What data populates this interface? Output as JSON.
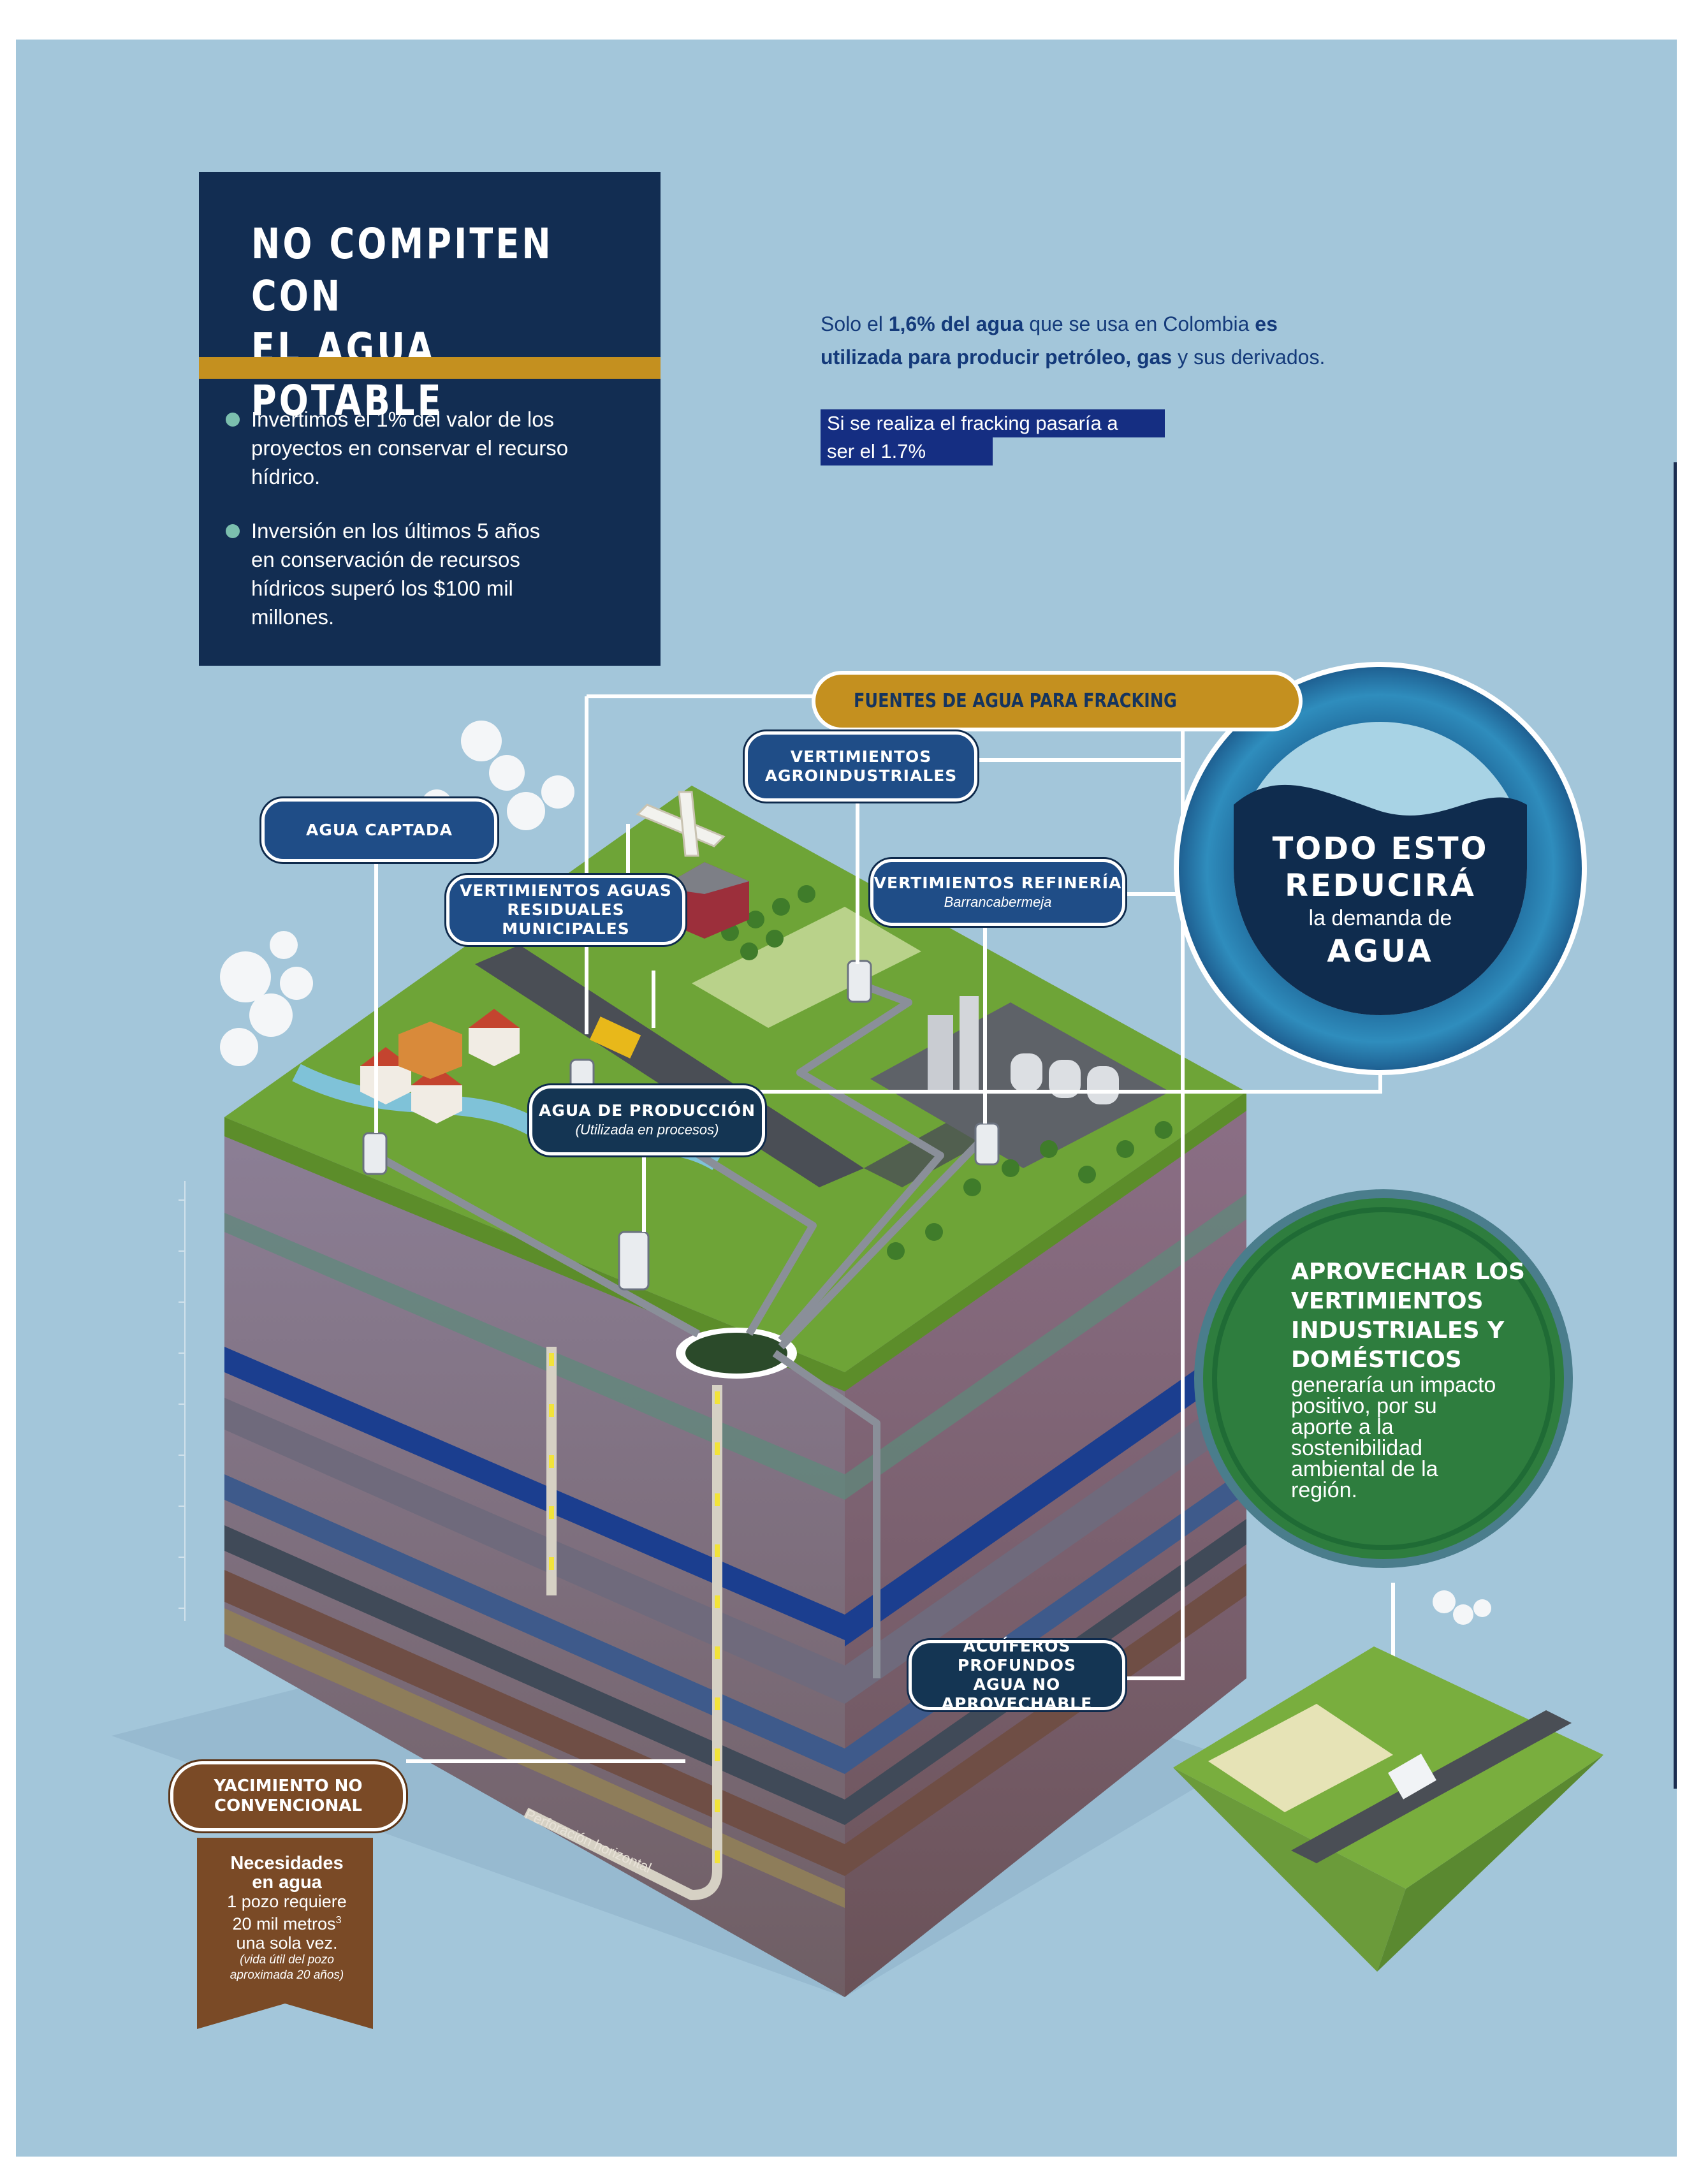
{
  "title_box": {
    "title_line1": "NO COMPITEN CON",
    "title_line2": "EL AGUA POTABLE",
    "bullets": [
      {
        "l1": "Invertimos el 1% del valor de los",
        "l2": "proyectos en conservar el recurso",
        "l3": "hídrico.",
        "l4": ""
      },
      {
        "l1": "Inversión en los últimos 5 años",
        "l2": "en conservación de recursos",
        "l3": "hídricos superó los $100 mil",
        "l4": "millones."
      }
    ]
  },
  "stat": {
    "pre": "Solo el ",
    "pct": "1,6% del agua",
    "mid": " que se usa en Colombia ",
    "es": "es",
    "line2_bold": "utilizada para producir petróleo, gas",
    "line2_end": " y sus derivados."
  },
  "fracking_note": {
    "l1": "Si se realiza el fracking pasaría a",
    "l2": "ser el 1.7%"
  },
  "sources_heading": "FUENTES DE AGUA PARA FRACKING",
  "labels": {
    "agua_captada": "AGUA CAPTADA",
    "vert_agro_1": "VERTIMIENTOS",
    "vert_agro_2": "AGROINDUSTRIALES",
    "vert_mun_1": "VERTIMIENTOS AGUAS",
    "vert_mun_2": "RESIDUALES MUNICIPALES",
    "vert_ref": "VERTIMIENTOS  REFINERÍA",
    "vert_ref_sub": "Barrancabermeja",
    "agua_prod": "AGUA DE PRODUCCIÓN",
    "agua_prod_sub": "(Utilizada en procesos)",
    "acuif_1": "ACUÍFEROS PROFUNDOS",
    "acuif_2": "AGUA NO APROVECHABLE",
    "yac_1": "YACIMIENTO NO",
    "yac_2": "CONVENCIONAL",
    "perforacion": "Perforación horizontal"
  },
  "banner": {
    "h1": "Necesidades",
    "h2": "en agua",
    "l1": "1 pozo requiere",
    "l2": "20 mil metros",
    "sup": "3",
    "l3": "una sola vez.",
    "s1": "(vida útil del pozo",
    "s2": "aproximada 20 años)"
  },
  "blue_circle": {
    "l1": "TODO ESTO",
    "l2": "REDUCIRÁ",
    "l3": "la demanda de",
    "l4": "AGUA"
  },
  "green_circle": {
    "h1": "APROVECHAR LOS",
    "h2": "VERTIMIENTOS",
    "h3": "INDUSTRIALES Y",
    "h4": "DOMÉSTICOS",
    "b1": "generaría un impacto",
    "b2": "positivo, por  su",
    "b3": "aporte a la",
    "b4": "sostenibilidad",
    "b5": "ambiental de la",
    "b6": "región."
  },
  "colors": {
    "navy": "#122d52",
    "gold": "#c4901f",
    "brown": "#7a4a26",
    "sky": "#a3c6da",
    "green": "#2e7d3e"
  }
}
